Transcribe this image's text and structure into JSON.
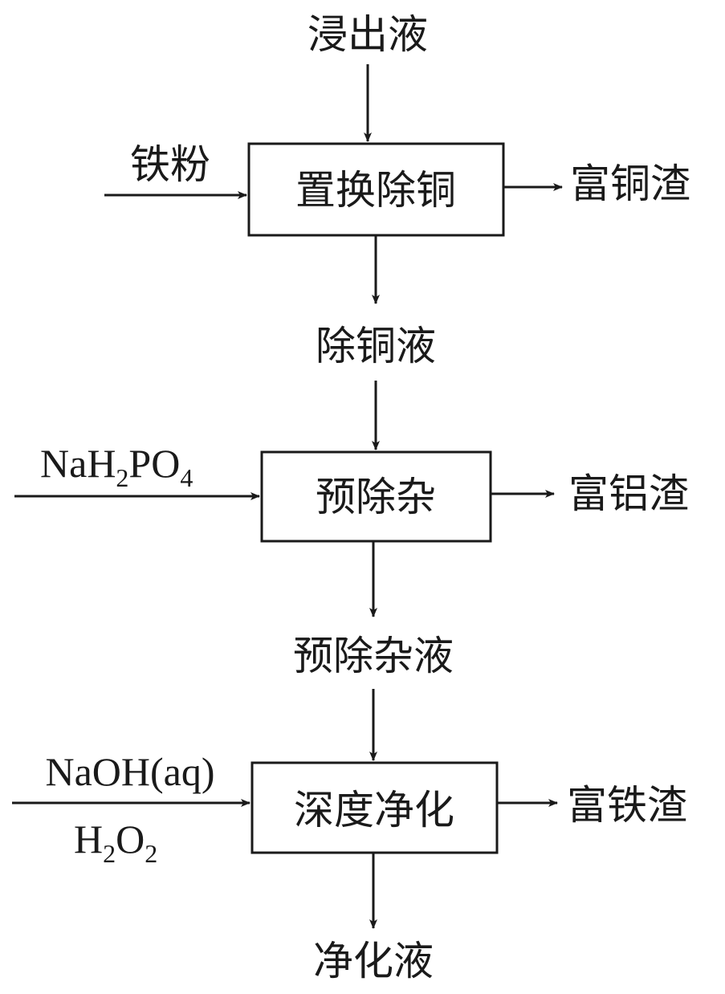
{
  "feed": "浸出液",
  "steps": [
    {
      "name": "置换除铜",
      "reagent_text": "铁粉",
      "byproduct": "富铜渣",
      "output": "除铜液"
    },
    {
      "name": "预除杂",
      "reagent_formula": [
        "Na",
        "H",
        "2",
        "PO",
        "4"
      ],
      "byproduct": "富铝渣",
      "output": "预除杂液"
    },
    {
      "name": "深度净化",
      "reagent_top": "NaOH(aq)",
      "reagent_bottom_formula": [
        "H",
        "2",
        "O",
        "2"
      ],
      "byproduct": "富铁渣",
      "output": "净化液"
    }
  ],
  "colors": {
    "line": "#1a1a1a",
    "background": "#ffffff"
  }
}
